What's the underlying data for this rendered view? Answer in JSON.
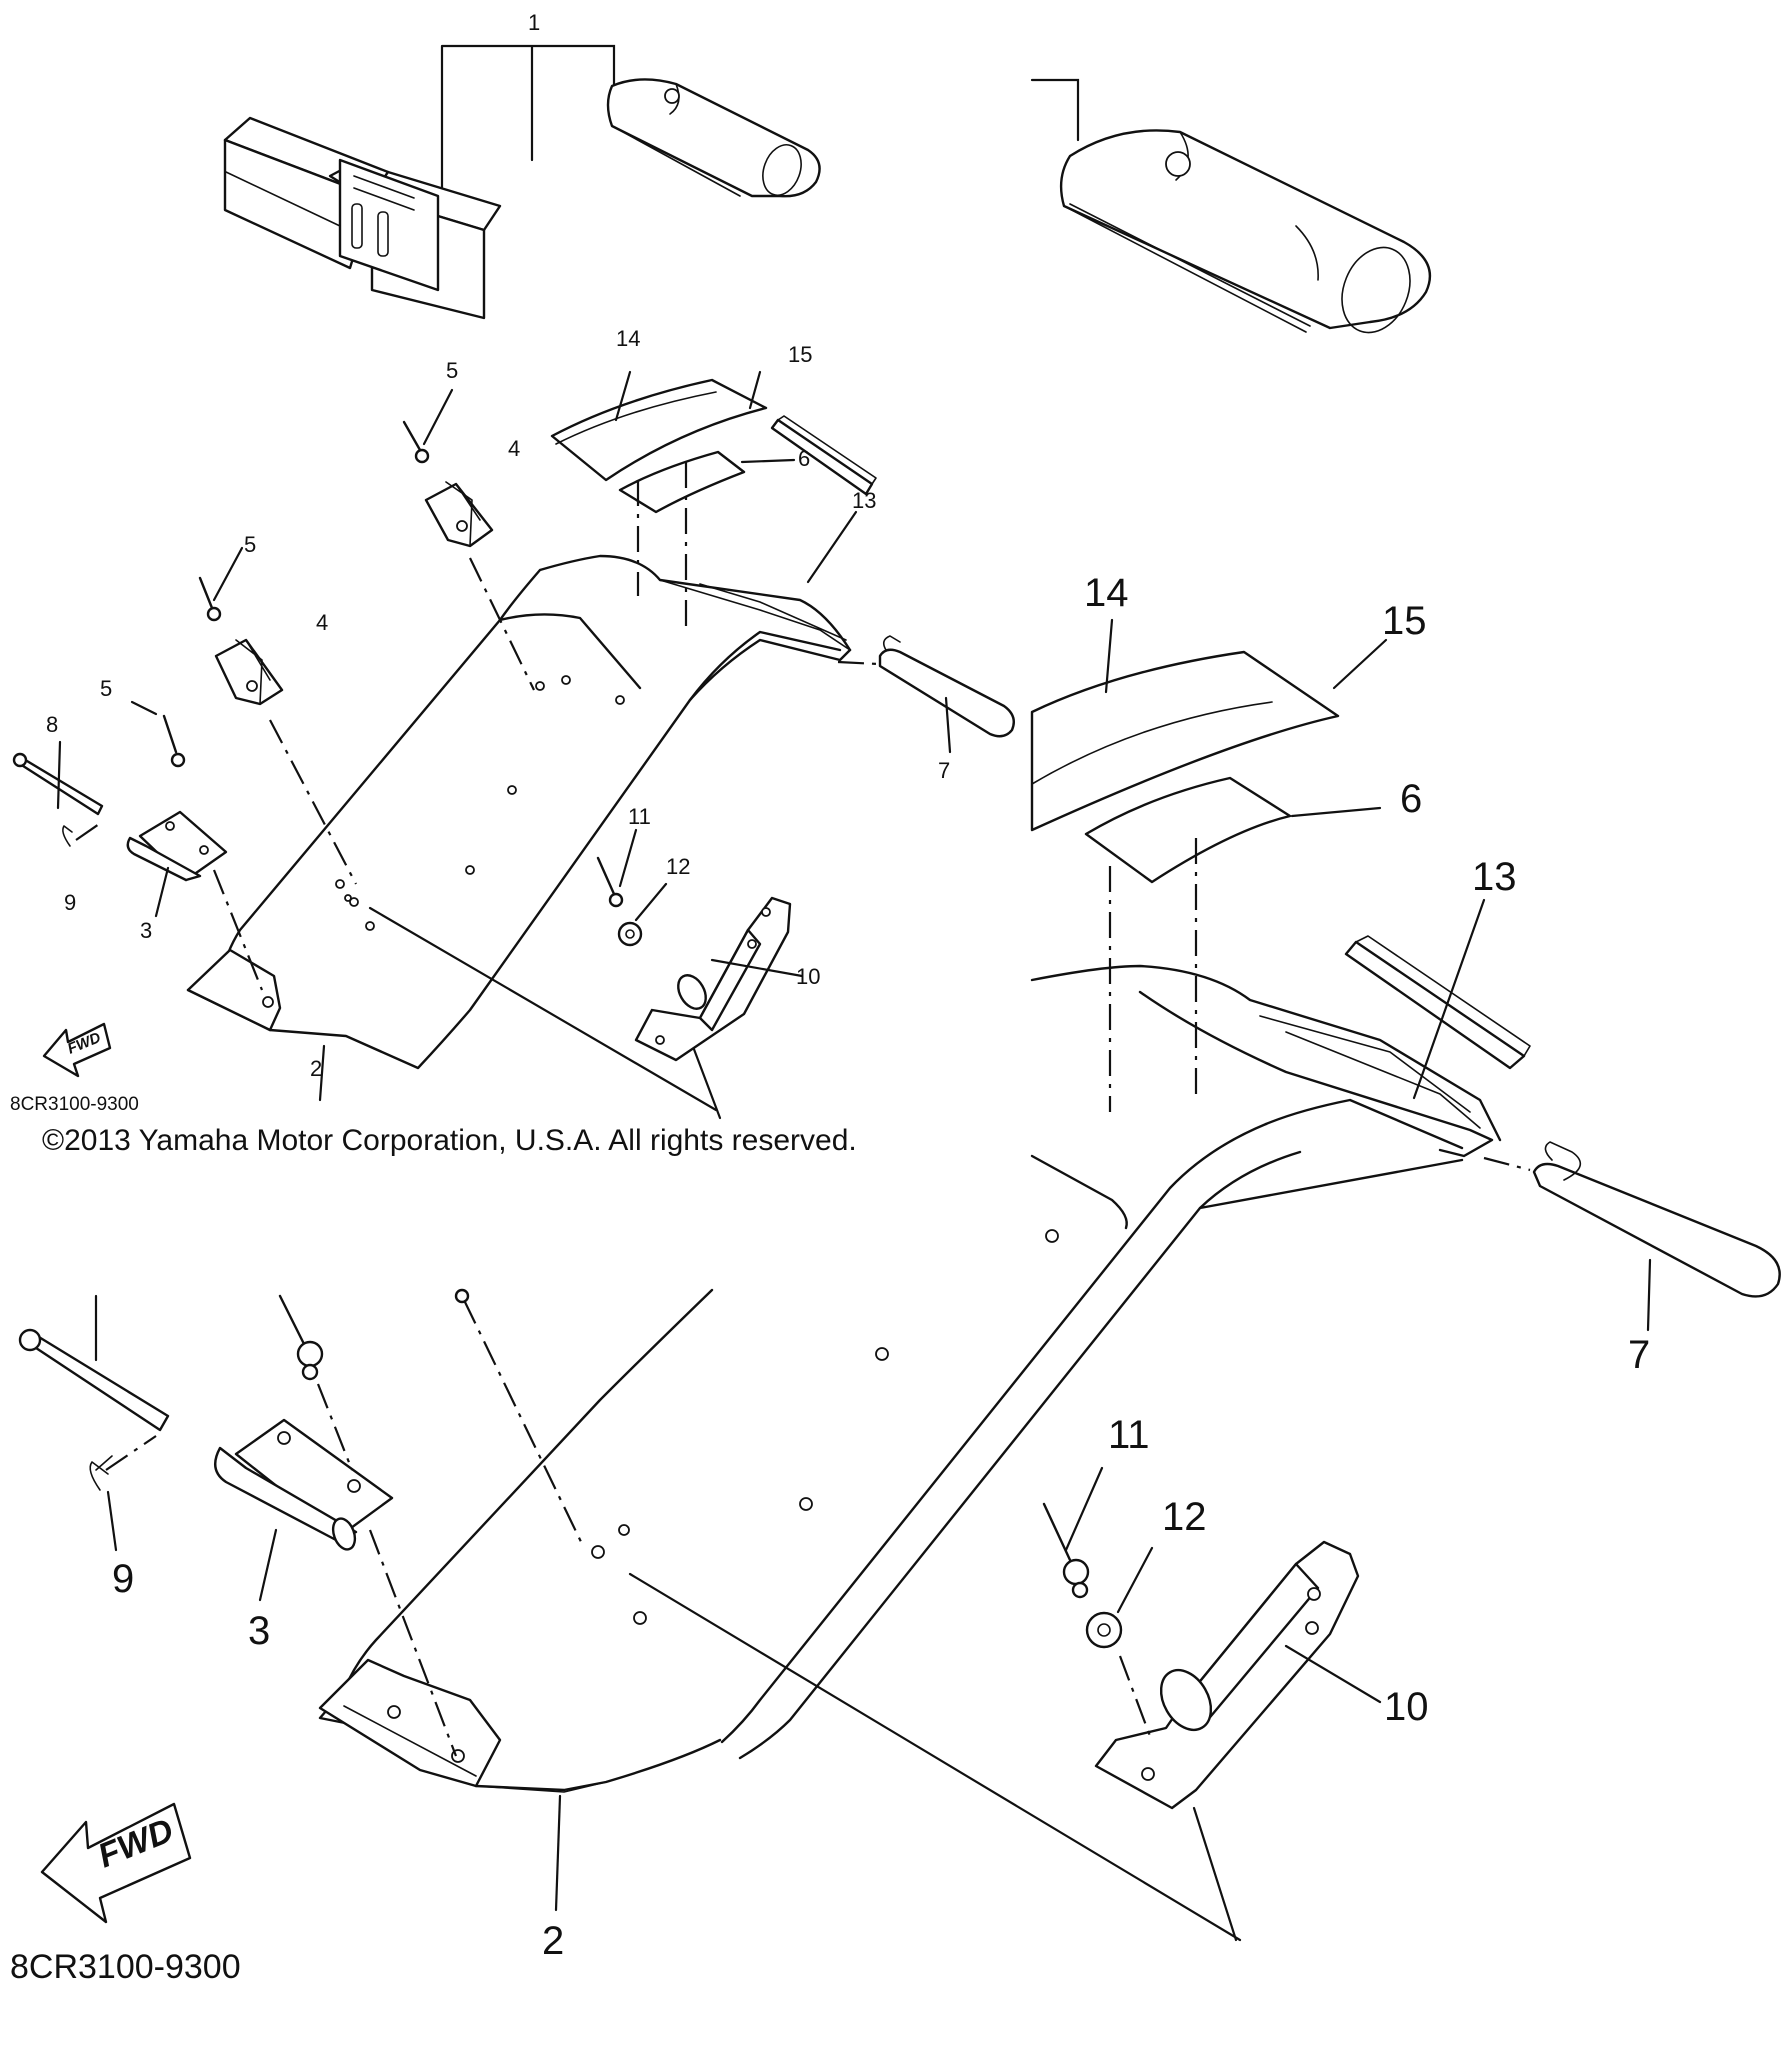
{
  "overview": {
    "callouts": {
      "c1": "1",
      "c2": "2",
      "c3": "3",
      "c4a": "4",
      "c4b": "4",
      "c5a": "5",
      "c5b": "5",
      "c5c": "5",
      "c6": "6",
      "c7": "7",
      "c8": "8",
      "c9": "9",
      "c10": "10",
      "c11": "11",
      "c12": "12",
      "c13": "13",
      "c14": "14",
      "c15": "15"
    },
    "fwd_label": "FWD",
    "diagram_code": "8CR3100-9300"
  },
  "copyright": "©2013 Yamaha Motor Corporation, U.S.A. All rights reserved.",
  "detail_upper": {
    "callouts": {
      "c6": "6",
      "c7": "7",
      "c13": "13",
      "c14": "14",
      "c15": "15"
    }
  },
  "detail_lower": {
    "callouts": {
      "c2": "2",
      "c3": "3",
      "c9": "9",
      "c10": "10",
      "c11": "11",
      "c12": "12"
    },
    "fwd_label": "FWD",
    "diagram_code": "8CR3100-9300"
  }
}
